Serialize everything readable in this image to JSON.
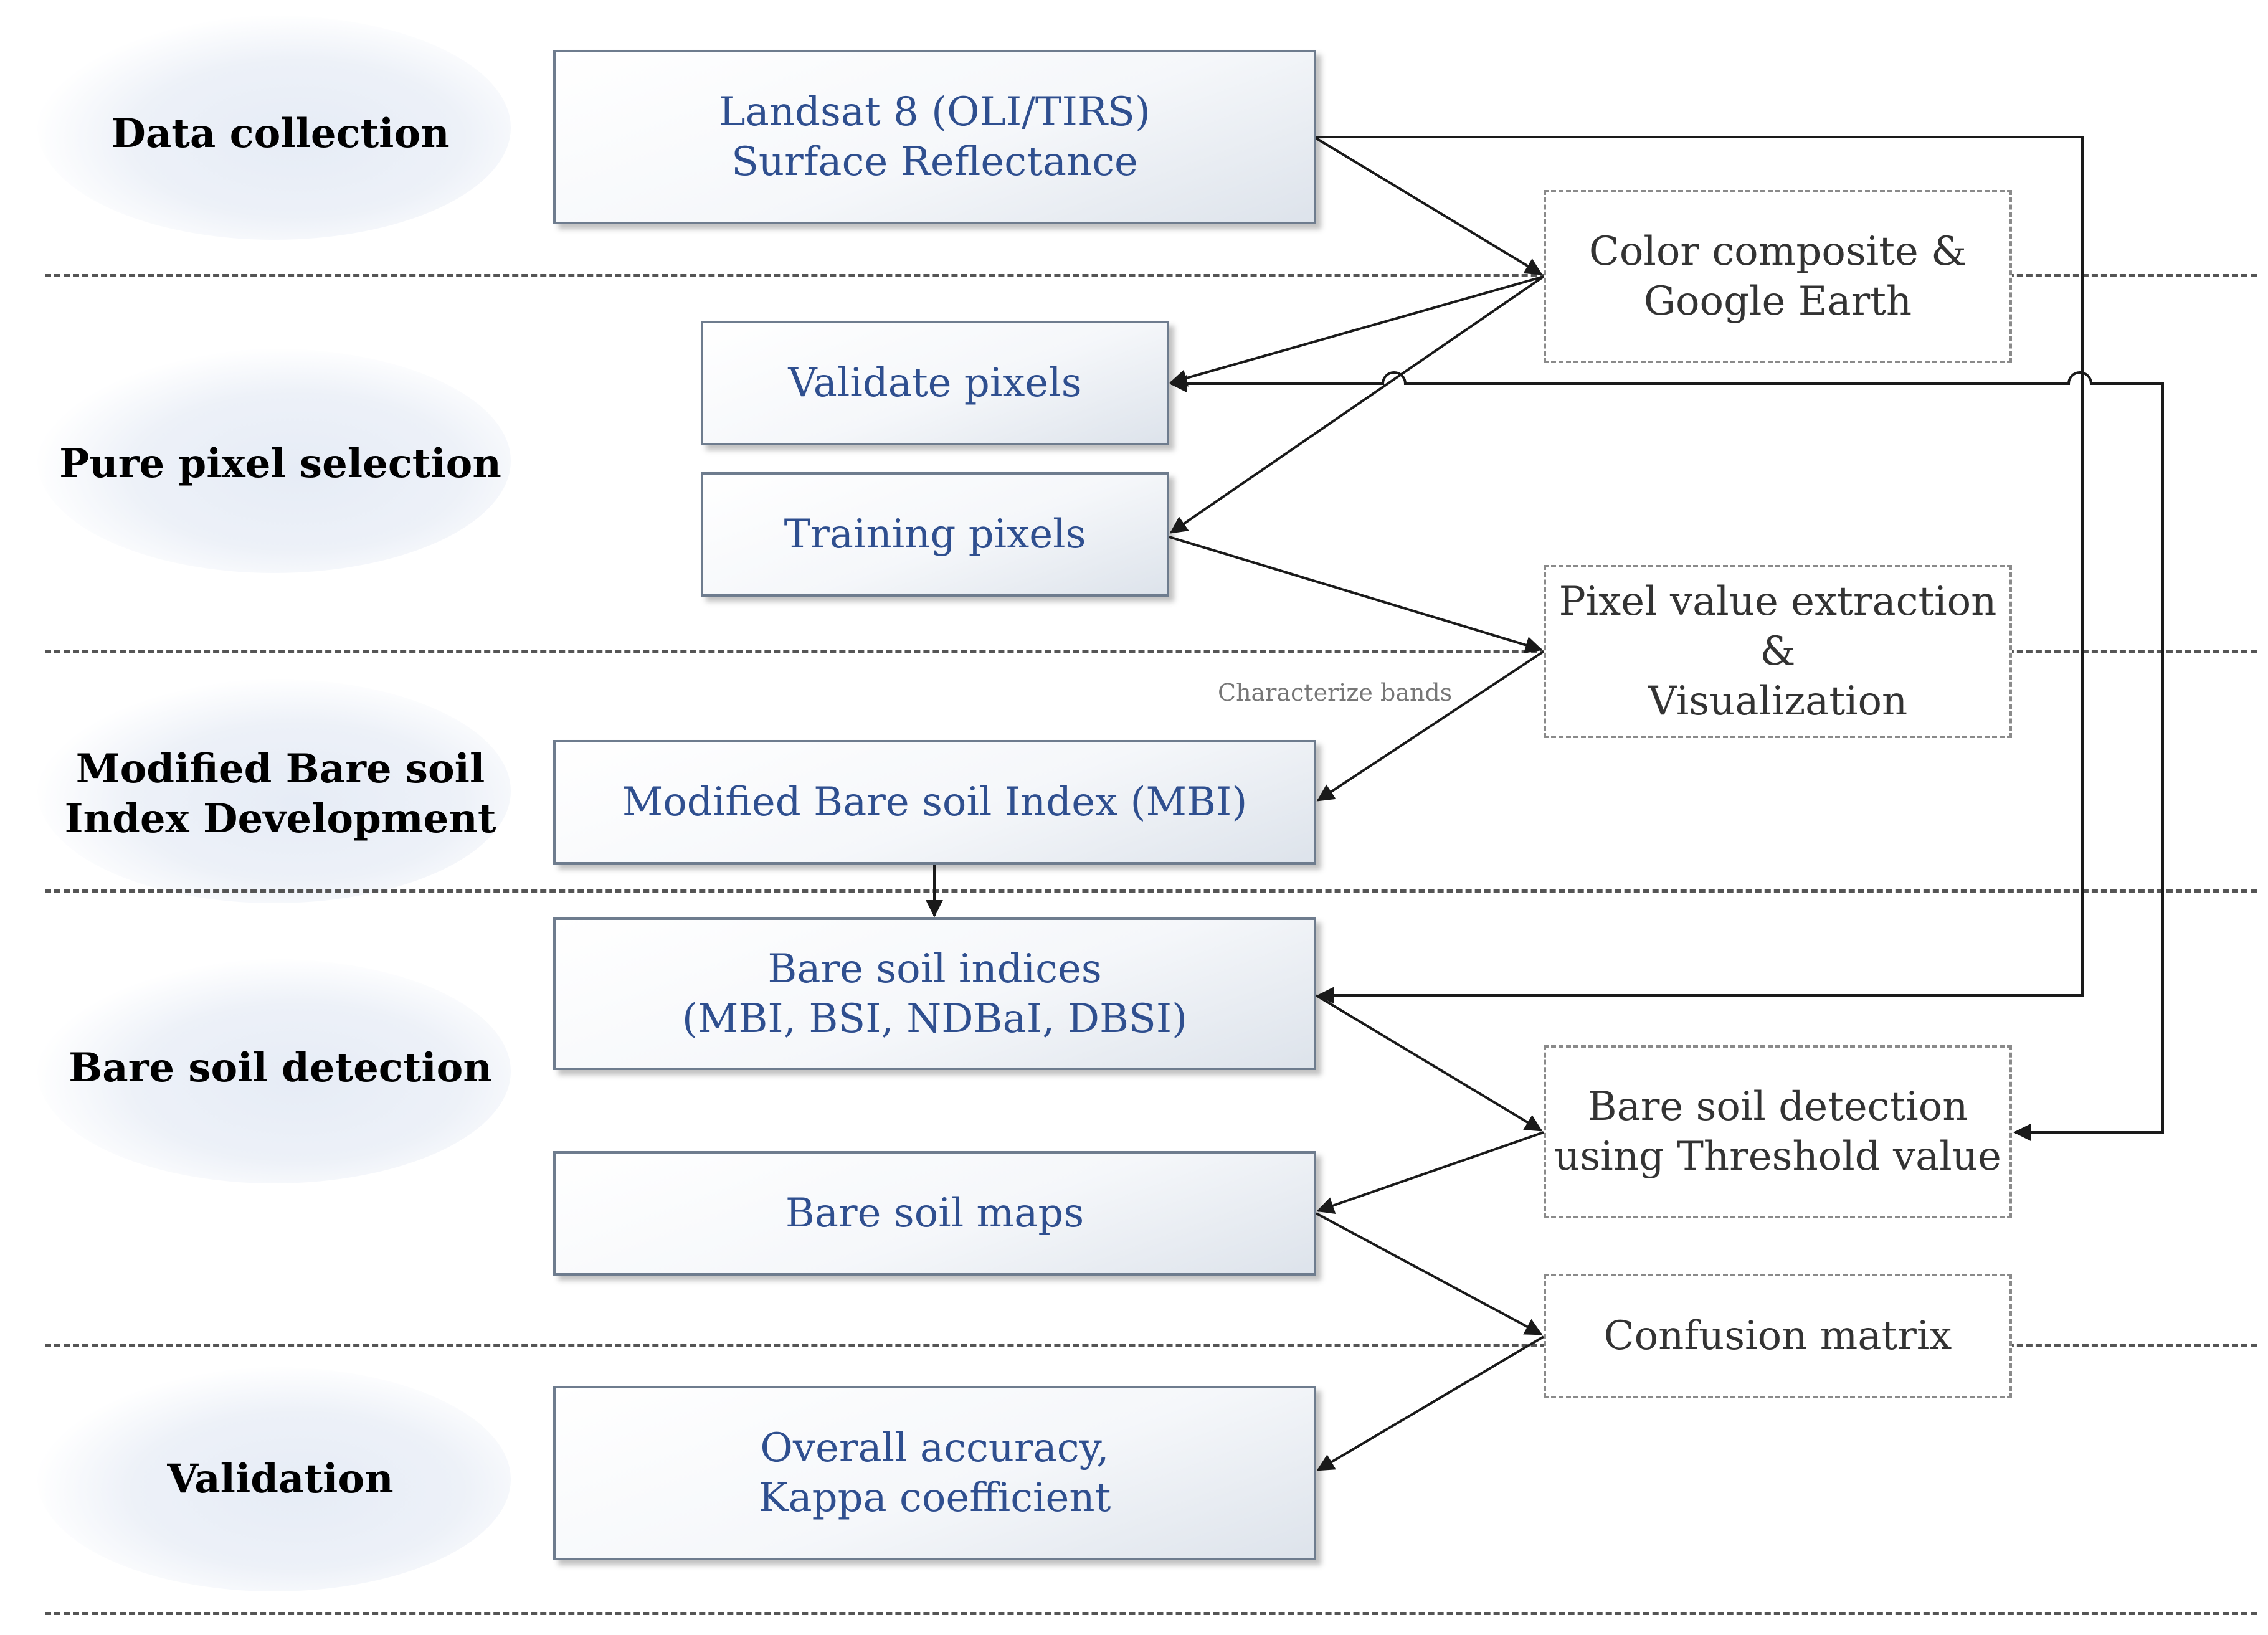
{
  "stages": [
    {
      "id": "data-collection",
      "label": "Data collection"
    },
    {
      "id": "pure-pixel-selection",
      "label": "Pure pixel selection"
    },
    {
      "id": "mbi-development",
      "label": "Modified Bare soil\nIndex Development"
    },
    {
      "id": "bare-soil-detection",
      "label": "Bare soil detection"
    },
    {
      "id": "validation",
      "label": "Validation"
    }
  ],
  "process_boxes": {
    "landsat": "Landsat 8 (OLI/TIRS)\nSurface Reflectance",
    "validate_pixels": "Validate pixels",
    "training_pixels": "Training pixels",
    "mbi": "Modified Bare soil Index (MBI)",
    "bare_soil_indices": "Bare soil indices\n(MBI, BSI, NDBaI, DBSI)",
    "bare_soil_maps": "Bare soil maps",
    "accuracy": "Overall accuracy,\nKappa coefficient"
  },
  "aux_boxes": {
    "color_composite": "Color composite &\nGoogle Earth",
    "pixel_extraction": "Pixel value extraction &\nVisualization",
    "threshold_detection": "Bare soil detection\nusing Threshold value",
    "confusion_matrix": "Confusion matrix"
  },
  "annotations": {
    "characterize_bands": "Characterize bands"
  },
  "colors": {
    "process_text": "#2f4f8f",
    "aux_text": "#333333",
    "stage_text": "#000000",
    "connector": "#1a1a1a"
  }
}
